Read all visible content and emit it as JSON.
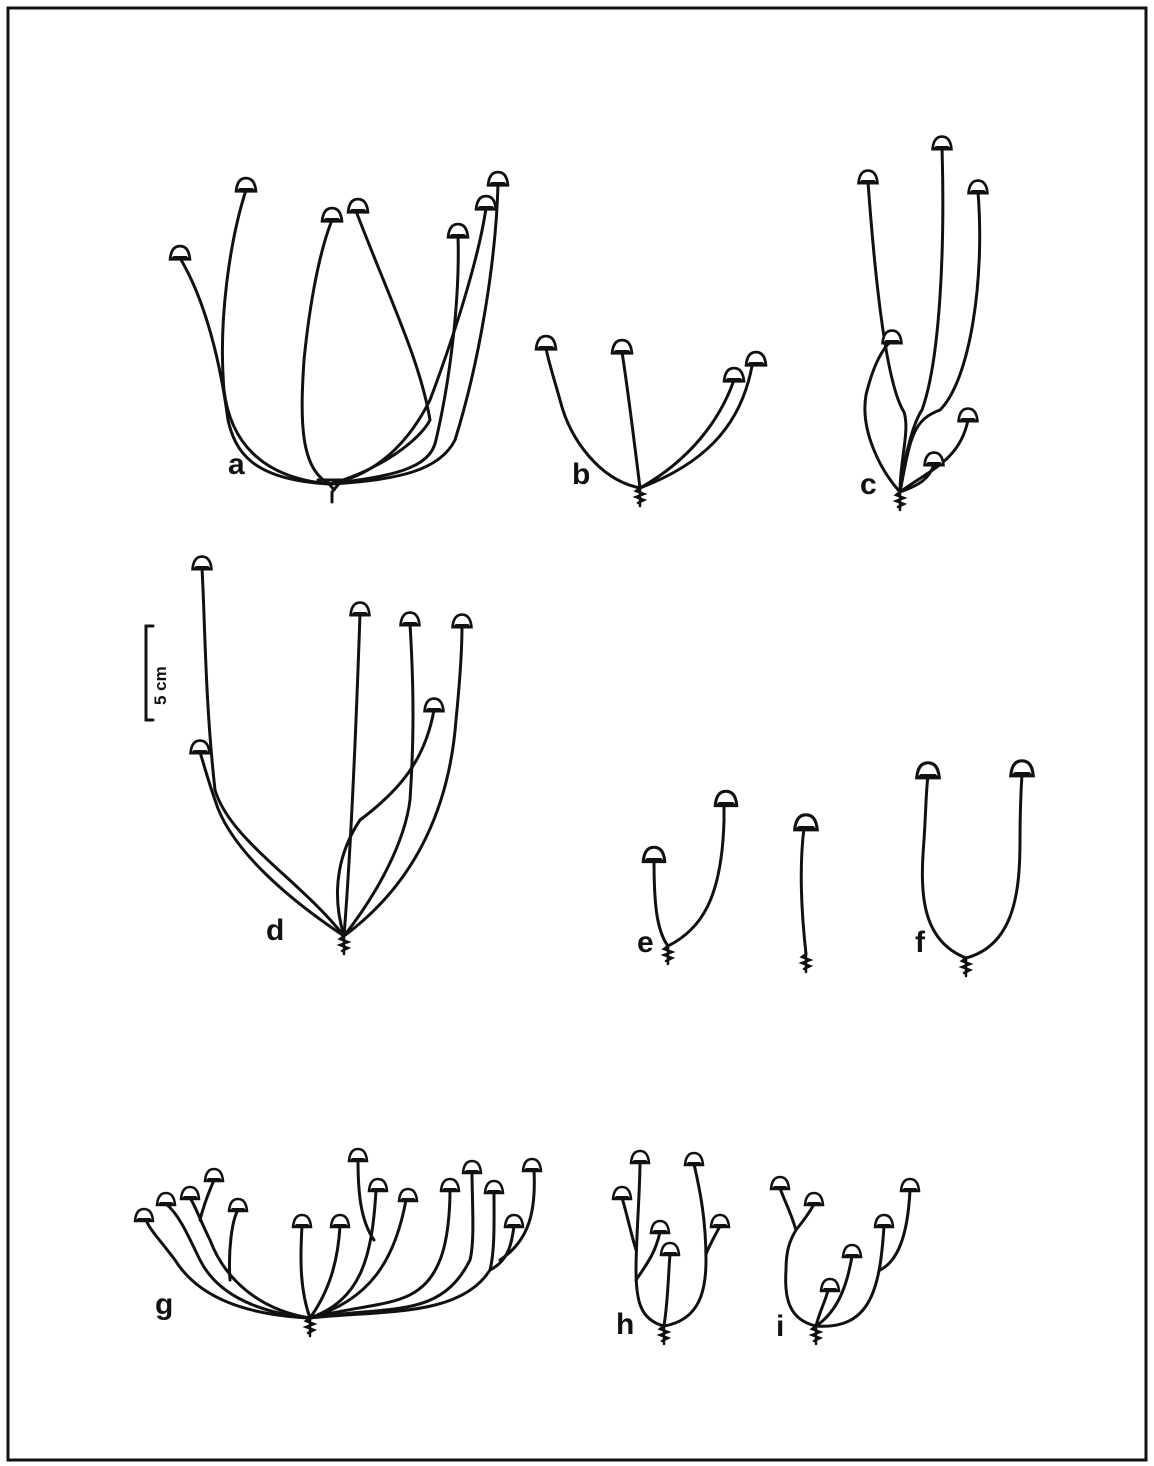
{
  "figure": {
    "panels": [
      {
        "id": "a",
        "label": "a"
      },
      {
        "id": "b",
        "label": "b"
      },
      {
        "id": "c",
        "label": "c"
      },
      {
        "id": "d",
        "label": "d"
      },
      {
        "id": "e",
        "label": "e"
      },
      {
        "id": "f",
        "label": "f"
      },
      {
        "id": "g",
        "label": "g"
      },
      {
        "id": "h",
        "label": "h"
      },
      {
        "id": "i",
        "label": "i"
      }
    ],
    "scale_bar": {
      "label": "5 cm"
    },
    "colors": {
      "ink": "#111111",
      "background": "#ffffff"
    }
  }
}
